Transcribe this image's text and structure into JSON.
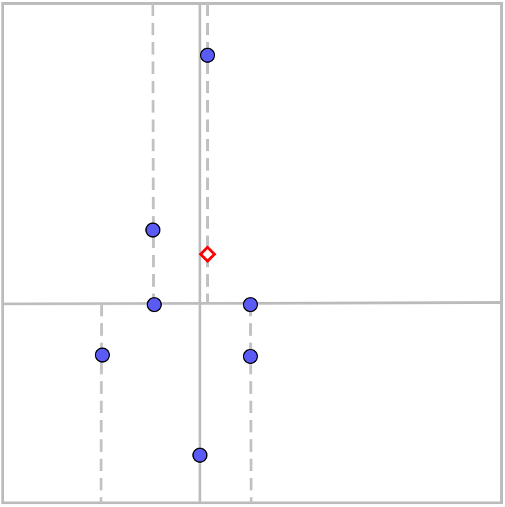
{
  "diagram": {
    "colors": {
      "background": "#ffffff",
      "grid_line": "#bdbdbd",
      "dashed_line": "#c2c2c2",
      "point_fill": "#5a5af5",
      "point_stroke": "#000000",
      "query_marker": "#ff0000"
    },
    "points": [
      {
        "id": "p1"
      },
      {
        "id": "p2"
      },
      {
        "id": "p3"
      },
      {
        "id": "p4"
      },
      {
        "id": "p5"
      },
      {
        "id": "p6"
      },
      {
        "id": "p7"
      }
    ],
    "query_point": {
      "shape": "diamond"
    }
  }
}
